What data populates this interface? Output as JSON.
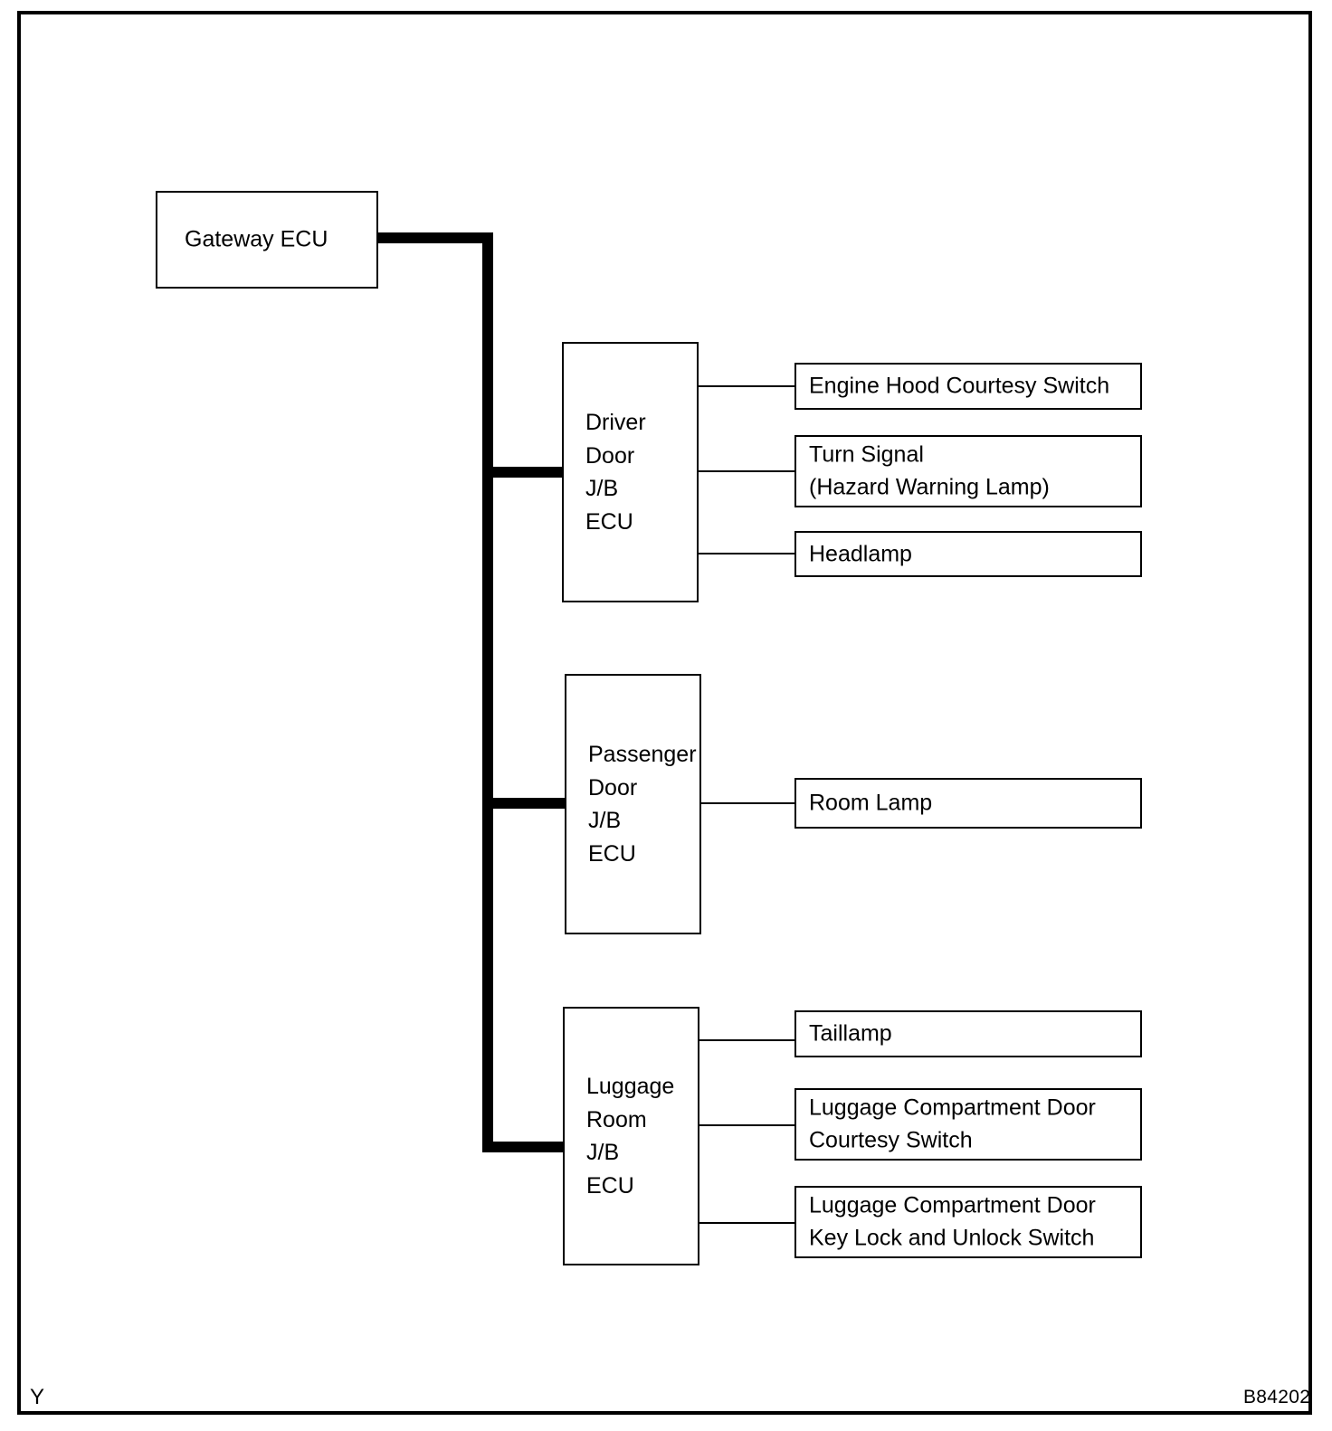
{
  "figure": {
    "id_label": "B84202",
    "corner_mark": "Y"
  },
  "nodes": {
    "gateway": {
      "label": "Gateway ECU"
    },
    "driver_door": {
      "label": "Driver\nDoor\nJ/B\nECU"
    },
    "passenger_door": {
      "label": "Passenger\nDoor\nJ/B\nECU"
    },
    "luggage_room": {
      "label": "Luggage\nRoom\nJ/B\nECU"
    }
  },
  "components": {
    "engine_hood_courtesy_switch": {
      "label": "Engine Hood Courtesy Switch"
    },
    "turn_signal": {
      "label": "Turn Signal\n(Hazard Warning Lamp)"
    },
    "headlamp": {
      "label": "Headlamp"
    },
    "room_lamp": {
      "label": "Room Lamp"
    },
    "taillamp": {
      "label": "Taillamp"
    },
    "luggage_courtesy_switch": {
      "label": "Luggage Compartment Door\nCourtesy Switch"
    },
    "luggage_key_lock_switch": {
      "label": "Luggage Compartment Door\nKey Lock and Unlock Switch"
    }
  },
  "colors": {
    "line": "#000000",
    "background": "#ffffff"
  }
}
